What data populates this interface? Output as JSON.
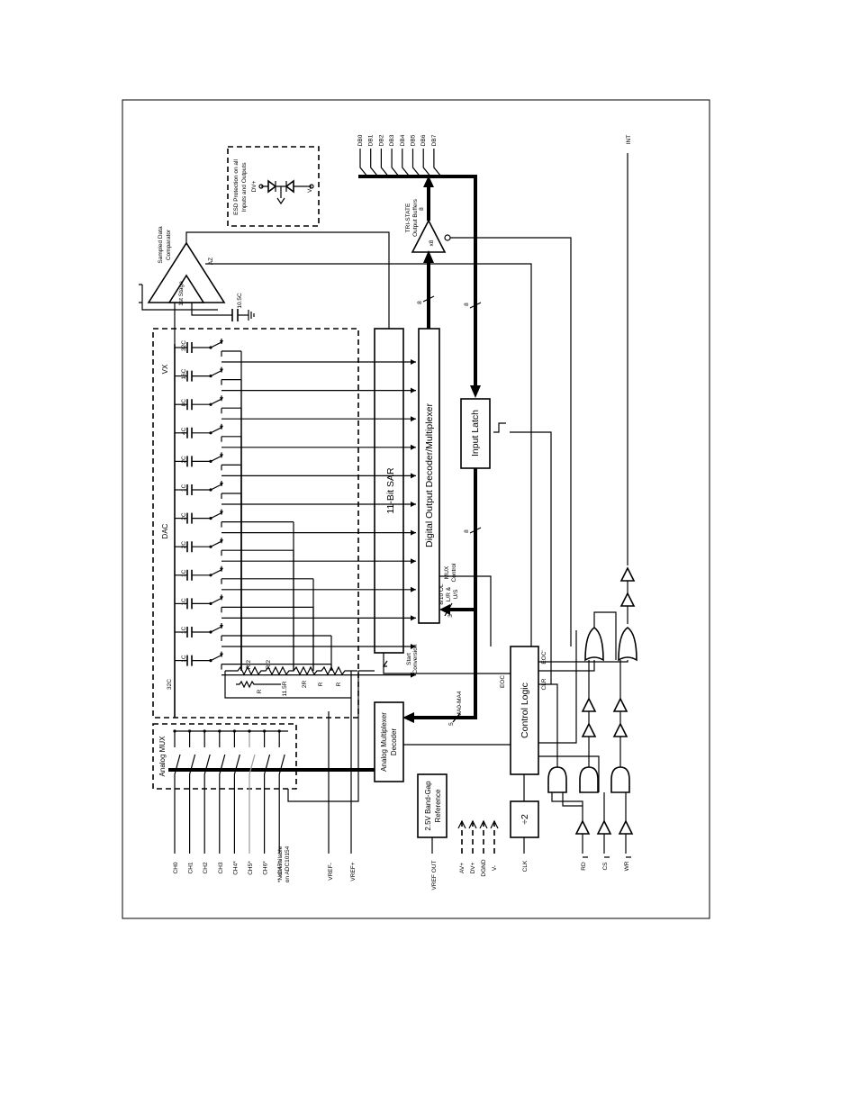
{
  "blocks": {
    "sar": "11-Bit SAR",
    "output_decoder": "Digital Output Decoder/Multiplexer",
    "input_latch": "Input Latch",
    "control_logic": "Control Logic",
    "analog_mux": "Analog MUX",
    "mux_decoder_1": "Analog Multiplexer",
    "mux_decoder_2": "Decoder",
    "bandgap_1": "2.5V Band-Gap",
    "bandgap_2": "Reference",
    "divider": "÷2",
    "dac": "DAC",
    "vx": "VX"
  },
  "comparator": {
    "title_1": "Sampled Data",
    "title_2": "Comparator",
    "stage": "1st Stage",
    "az": "AZ",
    "osc_cap": "10.5C"
  },
  "output_buffers": {
    "title_1": "TRI-STATE",
    "title_2": "Output Buffers",
    "gain": "x8",
    "width": "8"
  },
  "esd": {
    "line_1": "ESD Protection on all",
    "line_2": "Inputs and Outputs",
    "dv": "DV+",
    "v": "V-"
  },
  "data_outputs": [
    "DB0",
    "DB1",
    "DB2",
    "DB3",
    "DB4",
    "DB5",
    "DB6",
    "DB7"
  ],
  "int_label": "INT",
  "capacitors": [
    "32C",
    "16C",
    "8C",
    "4C",
    "2C",
    "1C",
    "2C",
    "2C",
    "1C",
    "1C",
    "1C",
    "1C"
  ],
  "cap_32c_bottom": "32C",
  "resistors": {
    "r2a": "R/2",
    "r2b": "R/2",
    "r_a": "R",
    "r_115": "11.5R",
    "r_2r": "2R",
    "r_b": "R",
    "r_c": "R"
  },
  "mux_inputs": [
    "CH0",
    "CH1",
    "CH2",
    "CH3",
    "CH4*",
    "CH5*",
    "CH6*",
    "CH7*"
  ],
  "mux_footnote_1": "*Not Available",
  "mux_footnote_2": "on ADC10154",
  "bottom_pins": {
    "vref_minus": "VREF-",
    "vref_plus": "VREF+",
    "vref_out": "VREF OUT",
    "av": "AV+",
    "dv": "DV+",
    "dgnd": "DGND",
    "v": "V-",
    "clk": "CLK",
    "rd": "RD",
    "cs": "CS",
    "wr": "WR"
  },
  "signals": {
    "start_conversion_1": "Start",
    "start_conversion_2": "Conversion",
    "eoc": "EOC",
    "eoc_bar": "EOC'",
    "clr": "CLR",
    "ma0": "MA0-MA4",
    "mux_control_1": "MUX",
    "mux_control_2": "Control",
    "ctrl_1": "8/10 OL",
    "ctrl_2": "L/R &",
    "ctrl_3": "U/S"
  },
  "bus_widths": {
    "w8a": "8",
    "w8b": "8",
    "w8c": "8",
    "w5": "5",
    "w3": "3"
  }
}
